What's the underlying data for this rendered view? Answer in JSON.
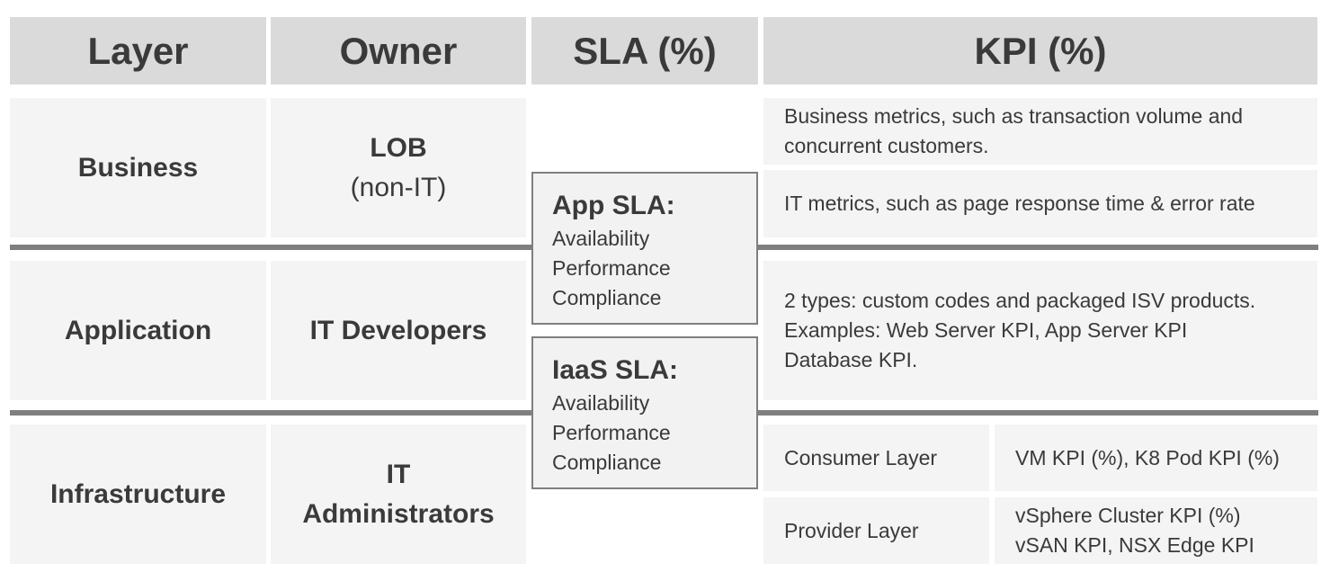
{
  "headers": {
    "layer": "Layer",
    "owner": "Owner",
    "sla": "SLA (%)",
    "kpi": "KPI (%)"
  },
  "rows": {
    "business": {
      "layer": "Business",
      "owner_line1": "LOB",
      "owner_line2": "(non-IT)",
      "kpi_1": "Business metrics, such as transaction volume and concurrent customers.",
      "kpi_2": "IT metrics, such as page response time & error rate"
    },
    "application": {
      "layer": "Application",
      "owner": "IT Developers",
      "kpi_line1": "2 types: custom codes and packaged ISV products.",
      "kpi_line2": "Examples: Web Server KPI, App Server KPI",
      "kpi_line3": "Database KPI."
    },
    "infrastructure": {
      "layer": "Infrastructure",
      "owner_line1": "IT",
      "owner_line2": "Administrators",
      "consumer_label": "Consumer Layer",
      "consumer_kpi": "VM KPI (%), K8 Pod KPI (%)",
      "provider_label": "Provider Layer",
      "provider_kpi_line1": "vSphere Cluster KPI (%)",
      "provider_kpi_line2": "vSAN KPI, NSX Edge KPI"
    }
  },
  "sla_boxes": {
    "app": {
      "title": "App SLA:",
      "items": [
        "Availability",
        "Performance",
        "Compliance"
      ]
    },
    "iaas": {
      "title": "IaaS SLA:",
      "items": [
        "Availability",
        "Performance",
        "Compliance"
      ]
    }
  },
  "colors": {
    "header_bg": "#dadada",
    "cell_bg": "#f4f4f4",
    "separator": "#7f7f7f",
    "text": "#3a3a3a"
  }
}
